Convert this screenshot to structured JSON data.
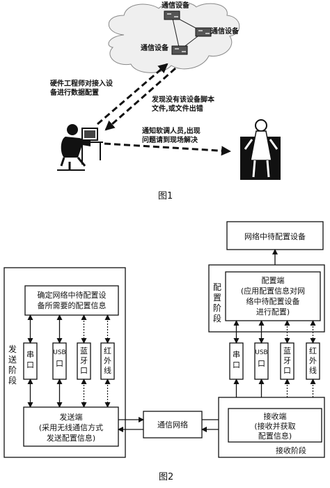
{
  "figure1": {
    "caption": "图1",
    "device_label_1": "通信设备",
    "device_label_2": "通信设备",
    "device_label_3": "通信设备",
    "note_engineer_1": "硬件工程师对接入设",
    "note_engineer_2": "备进行数据配置",
    "note_error_1": "发现没有该设备脚本",
    "note_error_2": "文件,或文件出错",
    "note_notify_1": "通知软调人员,出现",
    "note_notify_2": "问题请到现场解决"
  },
  "figure2": {
    "caption": "图2",
    "sender_stage_1": "发",
    "sender_stage_2": "送",
    "sender_stage_3": "阶",
    "sender_stage_4": "段",
    "config_info_line1": "确定网络中待配置设",
    "config_info_line2": "备所需要的配置信息",
    "iface_serial_1": "串",
    "iface_serial_2": "口",
    "iface_usb_1": "USB",
    "iface_usb_2": "口",
    "iface_bt_1": "蓝",
    "iface_bt_2": "牙",
    "iface_bt_3": "口",
    "iface_ir_1": "红",
    "iface_ir_2": "外",
    "iface_ir_3": "线",
    "sender_title": "发送端",
    "sender_desc_1": "(采用无线通信方式",
    "sender_desc_2": "发送配置信息)",
    "network": "通信网络",
    "target_device": "网络中待配置设备",
    "config_stage_1": "配",
    "config_stage_2": "置",
    "config_stage_3": "阶",
    "config_stage_4": "段",
    "config_title": "配置端",
    "config_desc_1": "(应用配置信息对网",
    "config_desc_2": "络中待配置设备",
    "config_desc_3": "进行配置)",
    "receiver_title": "接收端",
    "receiver_desc_1": "(接收并获取",
    "receiver_desc_2": "配置信息)",
    "receiver_stage": "接收阶段"
  }
}
